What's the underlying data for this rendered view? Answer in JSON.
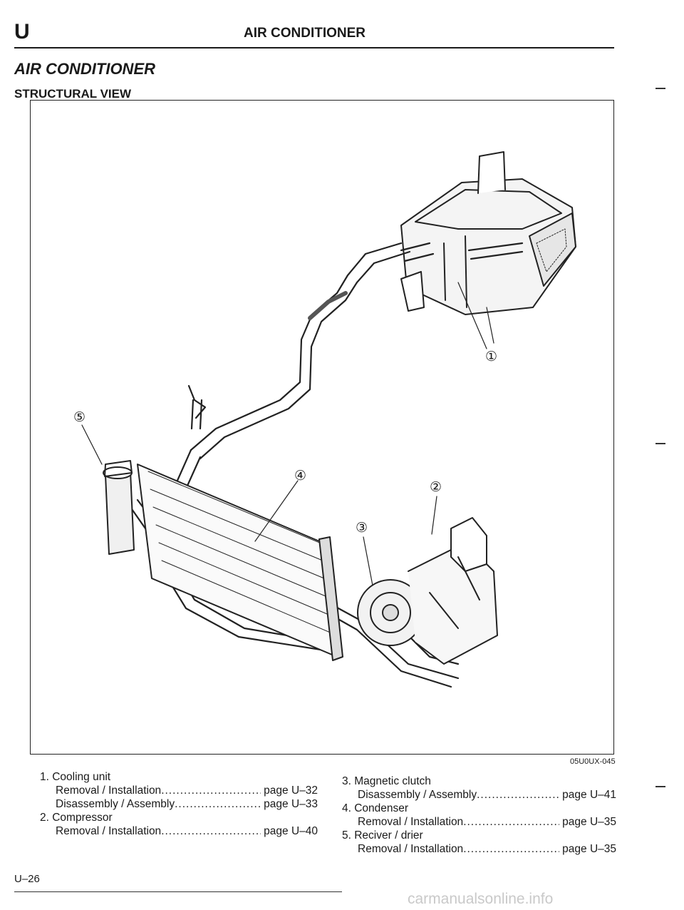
{
  "header": {
    "section_letter": "U",
    "title": "AIR CONDITIONER"
  },
  "section_title": "AIR CONDITIONER",
  "subsection_title": "STRUCTURAL VIEW",
  "figure": {
    "callouts": [
      "①",
      "②",
      "③",
      "④",
      "⑤"
    ],
    "code": "05U0UX-045"
  },
  "legend": {
    "left": [
      {
        "type": "item",
        "text": "1. Cooling unit"
      },
      {
        "type": "ref",
        "label": "Removal / Installation",
        "page": "page U–32"
      },
      {
        "type": "ref",
        "label": "Disassembly / Assembly",
        "page": "page U–33"
      },
      {
        "type": "item",
        "text": "2. Compressor"
      },
      {
        "type": "ref",
        "label": "Removal / Installation",
        "page": "page U–40"
      }
    ],
    "right": [
      {
        "type": "item",
        "text": "3. Magnetic clutch"
      },
      {
        "type": "ref",
        "label": "Disassembly / Assembly",
        "page": "page U–41"
      },
      {
        "type": "item",
        "text": "4. Condenser"
      },
      {
        "type": "ref",
        "label": "Removal / Installation",
        "page": "page U–35"
      },
      {
        "type": "item",
        "text": "5. Reciver / drier"
      },
      {
        "type": "ref",
        "label": "Removal / Installation",
        "page": "page U–35"
      }
    ]
  },
  "page_number": "U–26",
  "watermark": "carmanualsonline.info"
}
